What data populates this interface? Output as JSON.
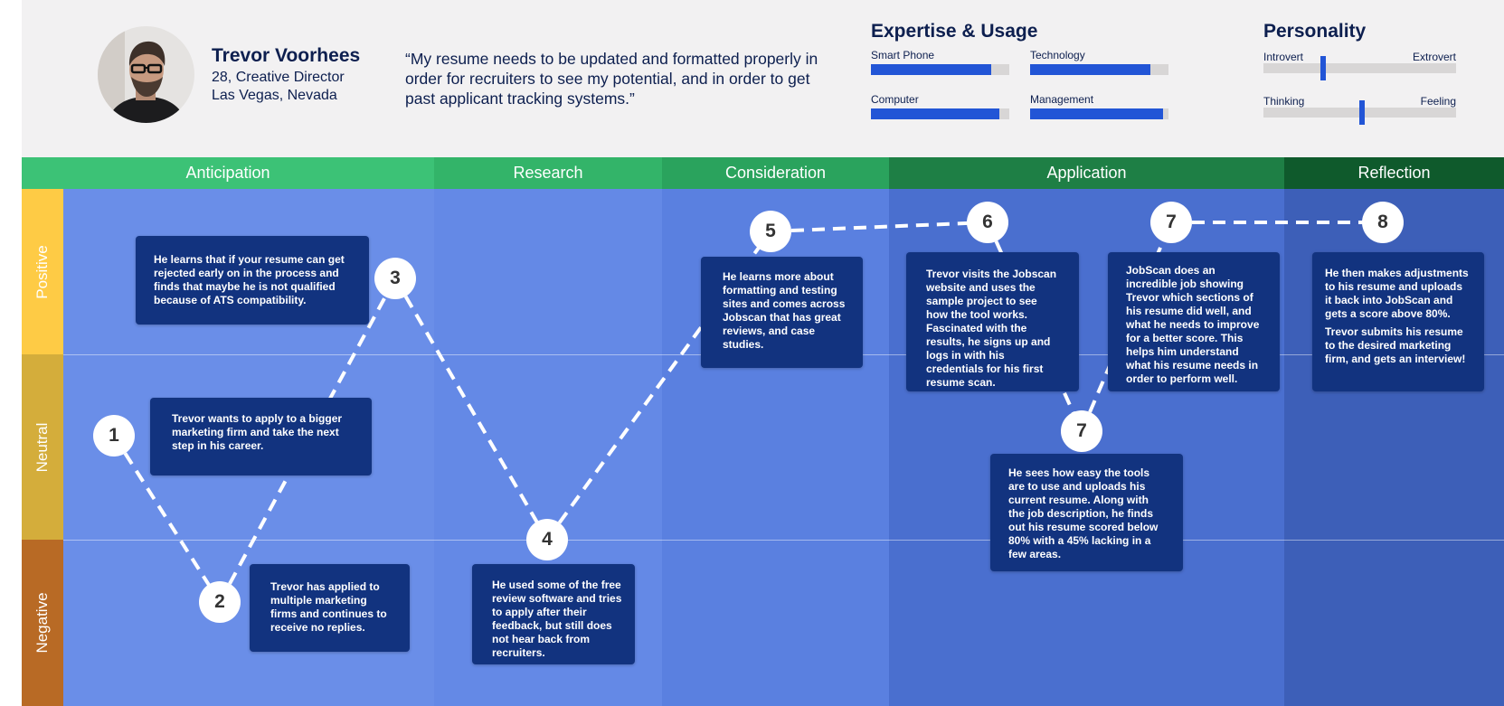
{
  "persona": {
    "name": "Trevor Voorhees",
    "role": "28, Creative Director",
    "location": "Las Vegas, Nevada",
    "quote": "“My resume needs to be updated and formatted properly in order for recruiters to see my potential, and in order to get past applicant tracking systems.”"
  },
  "expertise": {
    "title": "Expertise & Usage",
    "items": [
      {
        "label": "Smart Phone",
        "level": 0.87
      },
      {
        "label": "Technology",
        "level": 0.87
      },
      {
        "label": "Computer",
        "level": 0.93
      },
      {
        "label": "Management",
        "level": 0.96
      }
    ]
  },
  "personality": {
    "title": "Personality",
    "traits": [
      {
        "left": "Introvert",
        "right": "Extrovert",
        "value": 0.31
      },
      {
        "left": "Thinking",
        "right": "Feeling",
        "value": 0.51
      }
    ]
  },
  "phases": [
    "Anticipation",
    "Research",
    "Consideration",
    "Application",
    "Reflection"
  ],
  "emotions": [
    "Positive",
    "Neutral",
    "Negative"
  ],
  "steps": [
    {
      "number": "1",
      "text": [
        "Trevor wants to apply to a bigger marketing firm and take the next step in his career."
      ]
    },
    {
      "number": "2",
      "text": [
        "Trevor has applied to multiple marketing firms and continues to receive no replies."
      ]
    },
    {
      "number": "3",
      "text": [
        "He learns that if your resume can get rejected early on in the process and finds that maybe he is not qualified because of ATS compatibility."
      ]
    },
    {
      "number": "4",
      "text": [
        "He used some of the free review software and tries to apply after their feedback, but still does not hear back from recruiters."
      ]
    },
    {
      "number": "5",
      "text": [
        "He learns more about formatting and testing sites and comes across Jobscan that has great reviews, and case studies."
      ]
    },
    {
      "number": "6",
      "text": [
        "Trevor visits the Jobscan website and uses the sample project to see how the tool works. Fascinated with the results, he signs up and logs in with his credentials for his first resume scan."
      ]
    },
    {
      "number": "7",
      "text": [
        "He sees how easy the tools are to use and uploads his current resume. Along with the job description, he finds out his resume scored below 80% with a 45% lacking in a few areas."
      ]
    },
    {
      "number": "7",
      "text": [
        "JobScan does an incredible job showing Trevor which sections of his resume did well, and what he needs to improve for a better score. This helps him understand what  his resume needs in order to perform well."
      ]
    },
    {
      "number": "8",
      "text": [
        "He then makes adjustments to his resume and uploads it back into JobScan and gets a score above 80%.",
        "Trevor submits his resume to the desired marketing firm, and gets an interview!"
      ]
    }
  ],
  "colors": {
    "phase_bars": [
      "#3cc276",
      "#33b469",
      "#2aa35d",
      "#1e7f45",
      "#0f5a2c"
    ],
    "columns": [
      "#6a8ee8",
      "#6489e6",
      "#5a80e0",
      "#4a6fcf",
      "#3d5fb8"
    ],
    "emotions": [
      "#fecb45",
      "#d4ad3b",
      "#b86a25"
    ],
    "card": "#12337f",
    "bar_fill": "#2255d6"
  }
}
